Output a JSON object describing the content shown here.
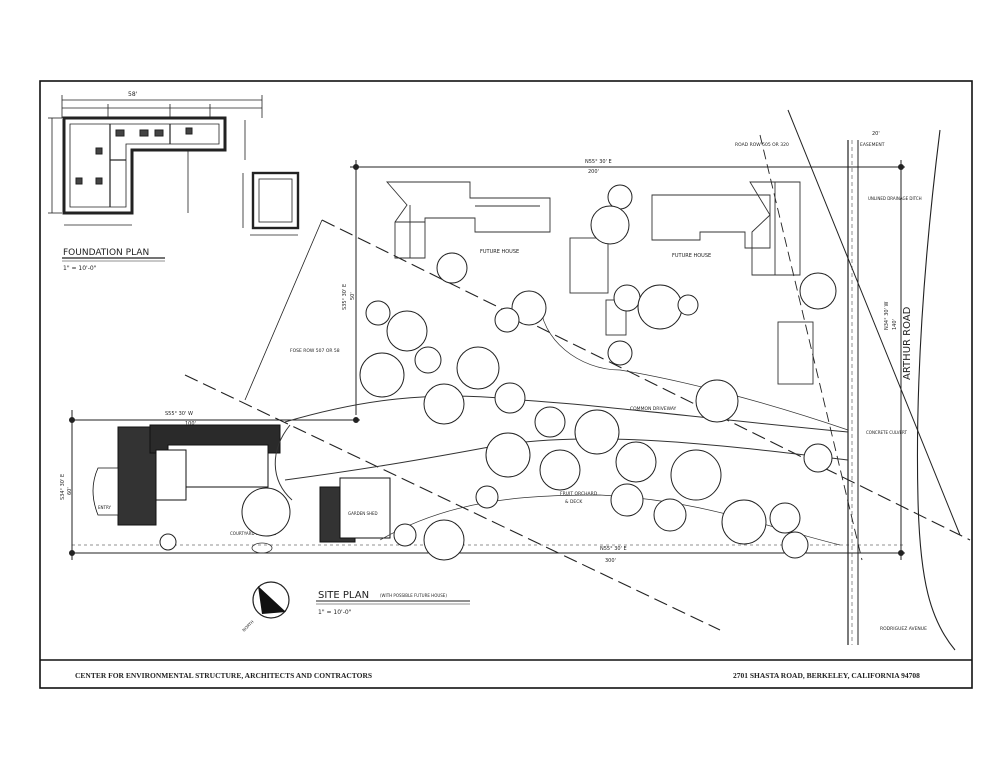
{
  "drawing": {
    "foundation_plan": {
      "title": "FOUNDATION PLAN",
      "scale": "1\" = 10'-0\"",
      "top_dim": "58'"
    },
    "site_plan": {
      "title": "SITE PLAN",
      "note": "(WITH POSSIBLE FUTURE HOUSE)",
      "scale": "1\" = 10'-0\"",
      "north_label": "NORTH"
    },
    "labels": {
      "future_house_1": "FUTURE HOUSE",
      "future_house_2": "FUTURE HOUSE",
      "common_driveway": "COMMON DRIVEWAY",
      "fruit_orchard": "FRUIT ORCHARD",
      "fruit_orchard_sub": "& DECK",
      "arthur_road": "ARTHUR ROAD",
      "rodriguez_avenue": "RODRIGUEZ AVENUE",
      "easement": "EASEMENT",
      "easement_dim": "20'",
      "drainage_ditch": "UNLINED DRAINAGE DITCH",
      "concrete_culvert": "CONCRETE CULVERT",
      "road_ref": "ROAD ROW 505 OR 320",
      "existing_fountain": "COURTYARD FOUNTAIN",
      "entry": "ENTRY",
      "garden_shed": "GARDEN SHED",
      "row_note": "FOSE ROW 507 OR 58",
      "bearing_top": "N55° 30' E",
      "dim_top": "200'",
      "bearing_bottom": "N55° 30' E",
      "dim_bottom": "300'",
      "bearing_left": "S55° 30' W",
      "dim_left": "100'",
      "bearing_east": "N34° 30' W",
      "dim_east": "140'",
      "bearing_mid": "S35° 30' E",
      "dim_mid": "50'",
      "bearing_west": "S34° 30' E",
      "dim_west": "60'"
    },
    "title_block": {
      "left": "CENTER FOR ENVIRONMENTAL STRUCTURE, ARCHITECTS AND CONTRACTORS",
      "right": "2701 SHASTA ROAD, BERKELEY, CALIFORNIA 94708"
    }
  }
}
